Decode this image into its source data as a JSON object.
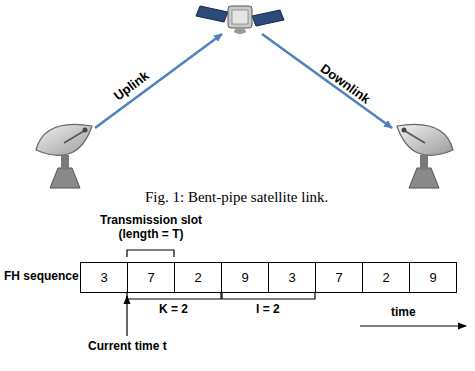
{
  "diagram": {
    "caption": "Fig. 1: Bent-pipe satellite link.",
    "nodes": [
      {
        "text": [
          "3"
        ]
      },
      {
        "text": [
          "7"
        ]
      },
      {
        "text": [
          "2"
        ]
      },
      {
        "text": [
          "9"
        ]
      },
      {
        "text": [
          "3"
        ]
      },
      {
        "text": [
          "7"
        ]
      },
      {
        "text": [
          "2"
        ]
      },
      {
        "text": [
          "9"
        ]
      }
    ],
    "labels": [
      "Uplink",
      "Downlink",
      "Transmission slot (length = T)",
      "FH sequence",
      "K = 2",
      "l = 2",
      "Current time t",
      "time"
    ]
  }
}
